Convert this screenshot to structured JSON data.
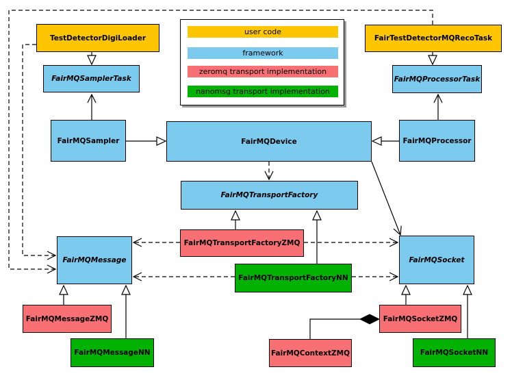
{
  "diagram": {
    "classes": [
      {
        "label": "TestDetectorDigiLoader",
        "category": "user code",
        "abstract": false
      },
      {
        "label": "FairTestDetectorMQRecoTask",
        "category": "user code",
        "abstract": false
      },
      {
        "label": "FairMQSamplerTask",
        "category": "framework",
        "abstract": true
      },
      {
        "label": "FairMQProcessorTask",
        "category": "framework",
        "abstract": true
      },
      {
        "label": "FairMQSampler",
        "category": "framework",
        "abstract": false
      },
      {
        "label": "FairMQDevice",
        "category": "framework",
        "abstract": false
      },
      {
        "label": "FairMQProcessor",
        "category": "framework",
        "abstract": false
      },
      {
        "label": "FairMQTransportFactory",
        "category": "framework",
        "abstract": true
      },
      {
        "label": "FairMQTransportFactoryZMQ",
        "category": "zeromq transport implementation",
        "abstract": false
      },
      {
        "label": "FairMQTransportFactoryNN",
        "category": "nanomsg transport implementation",
        "abstract": false
      },
      {
        "label": "FairMQMessage",
        "category": "framework",
        "abstract": true
      },
      {
        "label": "FairMQSocket",
        "category": "framework",
        "abstract": true
      },
      {
        "label": "FairMQMessageZMQ",
        "category": "zeromq transport implementation",
        "abstract": false
      },
      {
        "label": "FairMQMessageNN",
        "category": "nanomsg transport implementation",
        "abstract": false
      },
      {
        "label": "FairMQSocketZMQ",
        "category": "zeromq transport implementation",
        "abstract": false
      },
      {
        "label": "FairMQContextZMQ",
        "category": "zeromq transport implementation",
        "abstract": false
      },
      {
        "label": "FairMQSocketNN",
        "category": "nanomsg transport implementation",
        "abstract": false
      }
    ],
    "relationships": [
      {
        "type": "inheritance",
        "from": "TestDetectorDigiLoader",
        "to": "FairMQSamplerTask"
      },
      {
        "type": "inheritance",
        "from": "FairTestDetectorMQRecoTask",
        "to": "FairMQProcessorTask"
      },
      {
        "type": "inheritance",
        "from": "FairMQSampler",
        "to": "FairMQDevice"
      },
      {
        "type": "inheritance",
        "from": "FairMQProcessor",
        "to": "FairMQDevice"
      },
      {
        "type": "inheritance",
        "from": "FairMQTransportFactoryZMQ",
        "to": "FairMQTransportFactory"
      },
      {
        "type": "inheritance",
        "from": "FairMQTransportFactoryNN",
        "to": "FairMQTransportFactory"
      },
      {
        "type": "inheritance",
        "from": "FairMQMessageZMQ",
        "to": "FairMQMessage"
      },
      {
        "type": "inheritance",
        "from": "FairMQMessageNN",
        "to": "FairMQMessage"
      },
      {
        "type": "inheritance",
        "from": "FairMQSocketZMQ",
        "to": "FairMQSocket"
      },
      {
        "type": "inheritance",
        "from": "FairMQSocketNN",
        "to": "FairMQSocket"
      },
      {
        "type": "association",
        "from": "FairMQSampler",
        "to": "FairMQSamplerTask"
      },
      {
        "type": "association",
        "from": "FairMQProcessor",
        "to": "FairMQProcessorTask"
      },
      {
        "type": "association",
        "from": "FairMQDevice",
        "to": "FairMQSocket"
      },
      {
        "type": "dependency",
        "from": "FairMQDevice",
        "to": "FairMQTransportFactory"
      },
      {
        "type": "dependency",
        "from": "FairMQTransportFactoryZMQ",
        "to": "FairMQMessage"
      },
      {
        "type": "dependency",
        "from": "FairMQTransportFactoryZMQ",
        "to": "FairMQSocket"
      },
      {
        "type": "dependency",
        "from": "FairMQTransportFactoryNN",
        "to": "FairMQMessage"
      },
      {
        "type": "dependency",
        "from": "FairMQTransportFactoryNN",
        "to": "FairMQSocket"
      },
      {
        "type": "dependency",
        "from": "TestDetectorDigiLoader",
        "to": "FairMQMessage"
      },
      {
        "type": "dependency",
        "from": "FairTestDetectorMQRecoTask",
        "to": "FairMQMessage"
      },
      {
        "type": "composition",
        "owner": "FairMQSocketZMQ",
        "part": "FairMQContextZMQ"
      }
    ]
  },
  "legend": {
    "items": [
      {
        "label": "user code",
        "color_key": "user_code"
      },
      {
        "label": "framework",
        "color_key": "framework"
      },
      {
        "label": "zeromq transport implementation",
        "color_key": "zeromq"
      },
      {
        "label": "nanomsg transport implementation",
        "color_key": "nanomsg"
      }
    ]
  },
  "colors": {
    "user_code": "#fdc502",
    "framework": "#7dcaef",
    "zeromq": "#f97074",
    "nanomsg": "#02b202",
    "edge": "#000000",
    "background": "#ffffff"
  }
}
